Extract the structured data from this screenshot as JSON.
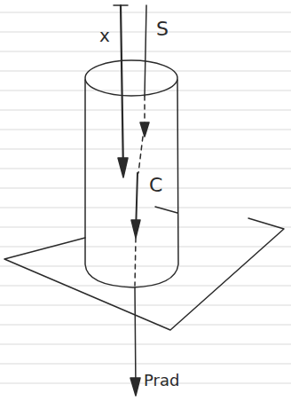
{
  "diagram": {
    "labels": [
      "x",
      "S",
      "C",
      "Prad"
    ]
  }
}
